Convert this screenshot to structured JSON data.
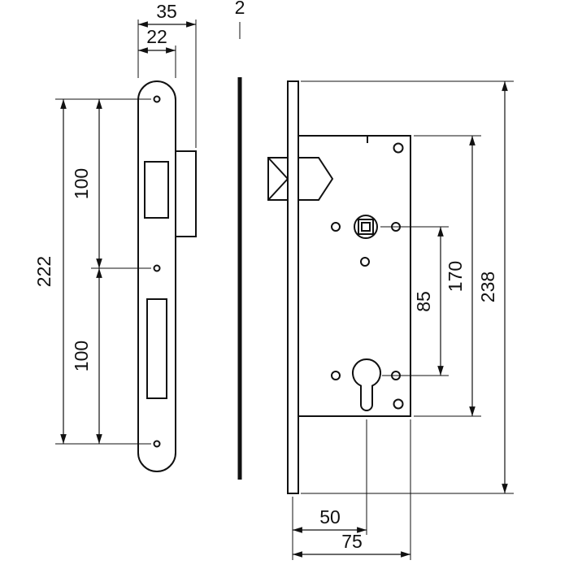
{
  "dims": {
    "plate_total_width": "35",
    "plate_face_width": "22",
    "faceplate_thickness": "2",
    "plate_height": "222",
    "upper_hole_spacing": "100",
    "lower_hole_spacing": "100",
    "hub_to_cylinder": "85",
    "case_height": "170",
    "faceplate_height": "238",
    "backset": "50",
    "case_depth": "75"
  }
}
